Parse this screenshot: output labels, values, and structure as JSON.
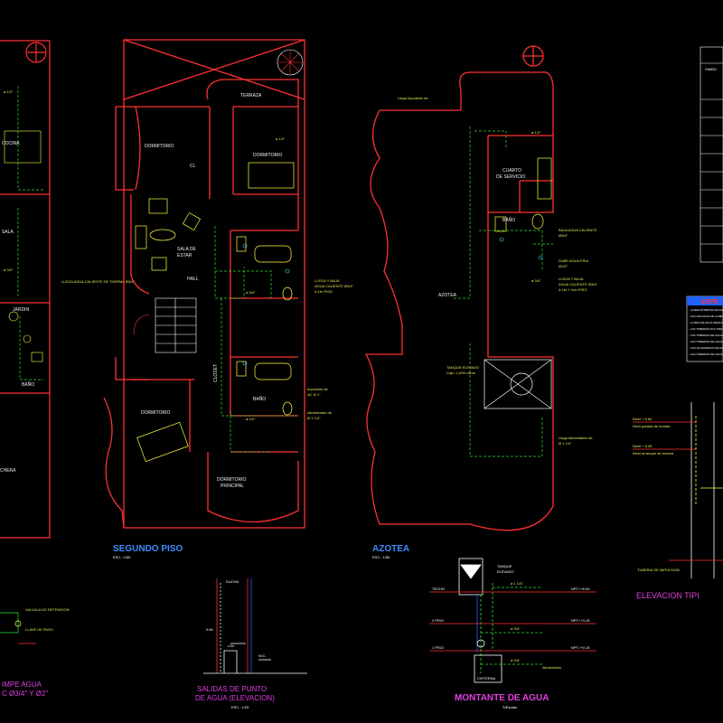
{
  "colors": {
    "wall": "#ff3030",
    "pipe_hot": "#30e030",
    "pipe_cold": "#40e0ff",
    "furniture": "#ffff40",
    "detail": "#ffffff",
    "title": "#3f8cff",
    "legend": "#e040e0",
    "panel_blue": "#2060ff"
  },
  "left_plan": {
    "labels": {
      "cocina": "COCINA",
      "sala": "SALA",
      "jardin": "JARDIN",
      "bano": "BAÑO",
      "cochera": "CHERA",
      "note_therma": "LLEGA AGUA CALIENTE DE THERMA Ø3/4\"",
      "dim1": "ø 1/2\"",
      "dim2": "ø 3/4\""
    }
  },
  "segundo_piso": {
    "title": "SEGUNDO PISO",
    "scale": "ESC.: 1/50",
    "labels": {
      "terraza": "TERRAZA",
      "dormitorio_a": "DORMITORIO",
      "dormitorio_b": "DORMITORIO",
      "cl": "CL",
      "sala_estar_1": "SALA DE",
      "sala_estar_2": "ESTAR",
      "hall": "HALL",
      "bano": "BAÑO",
      "dormitorio_c": "DORMITORIO",
      "principal_1": "DORMITORIO",
      "principal_2": "PRINCIPAL",
      "closet": "CLOSET",
      "dim_a": "ø 1/2\"",
      "dim_b": "ø 3/4\"",
      "dim_c": "ø 1/2\""
    },
    "notes": {
      "llega_baja_1": "LLEGA Y BAJA",
      "llega_baja_2": "AGUA CALIENTE Ø3/4\"",
      "llega_baja_3": "A 1er PISO",
      "impulsion": "Impulsión de",
      "impulsion_2": "AC Ø 1\"",
      "alimentador_1": "Alimentador de",
      "alimentador_2": "Ø 1 1/4\""
    }
  },
  "azotea": {
    "title": "AZOTEA",
    "scale": "ESC.: 1/50",
    "labels": {
      "cuarto_1": "CUARTO",
      "cuarto_2": "DE SERVICIO",
      "bano": "BAÑO",
      "azotea": "AZOTEA",
      "tanque_1": "TANQUE ELEVADO",
      "tanque_2": "Cap= 1,600 Litros",
      "llega_imp": "Llega Impulsión de",
      "dim_a": "ø 1/2\"",
      "dim_b": "ø 3/4\""
    },
    "notes": {
      "baja_caliente_1": "BAJA AGUA CALIENTE",
      "baja_caliente_2": "Ø3/4\"",
      "sube_fria_1": "SUBE AGUA FRIA",
      "sube_fria_2": "Ø1/2\"",
      "llega_baja_1": "LLEGA Y BAJA",
      "llega_baja_2": "AGUA CALIENTE Ø3/4\"",
      "llega_baja_3": "A 1er Y 2do PISO",
      "llega_alim_1": "Llega Alimentador de",
      "llega_alim_2": "Ø 1 1/4\""
    }
  },
  "salidas": {
    "title_1": "SALIDAS  DE  PUNTO",
    "title_2": "DE AGUA (ELEVACION)",
    "scale": "ESC.: 1/25",
    "labels": {
      "ducha": "DUCHA",
      "lav": "LAV.",
      "inod": "W.C.",
      "level": "0.60"
    }
  },
  "montante": {
    "title": "MONTANTE DE AGUA",
    "scale": "S/Escala",
    "levels": [
      "TECHO",
      "2 PISO",
      "1 PISO"
    ],
    "level_values": [
      "NPT=+6.00",
      "NPT=+3.15",
      "NPT=+0.15"
    ],
    "tank_1": "TANQUE",
    "tank_2": "ELEVADO",
    "cisterna": "CISTERNA",
    "dims": [
      "ø 1 1/4\"",
      "ø 3/4\"",
      "ø 3/4\"",
      "Alimentador"
    ]
  },
  "elevacion": {
    "title": "ELEVACION  TIPI",
    "labels": {
      "n1": "Nivel + 8.60",
      "n1b": "Nivel parada de bomba",
      "n2": "Nivel + 8.25",
      "n2b": "Nivel arranque de bomba",
      "tubo": "TUBERIA DE IMPULSION"
    }
  },
  "right_panel": {
    "header": "SIMBO",
    "spec_title": "ESPE",
    "spec_lines": [
      "- LA RED INTERIOR DE AGUA ...",
      "- LAS VALVULAS DE COMPUERTA ...",
      "- LA RED DE AGUA SERA PROBADA ...",
      "- LAS TUBERIAS PVC PRESION ...",
      "- LAS TUBERIAS DE AGUA FRIA ...",
      "- LAS TUBERIAS DE AGUA CALIENTE ...",
      "- LOS ACCESORIOS DE AGUA ...",
      "- LAS TUBERIAS DE AGUA ..."
    ]
  },
  "left_bottom": {
    "title_1": "IMPE AGUA",
    "title_2": "C Ø3/4\" Y Ø2\"",
    "note_1": "VALVULA DE RETENCION",
    "note_2": "LLAVE DE PASO"
  }
}
